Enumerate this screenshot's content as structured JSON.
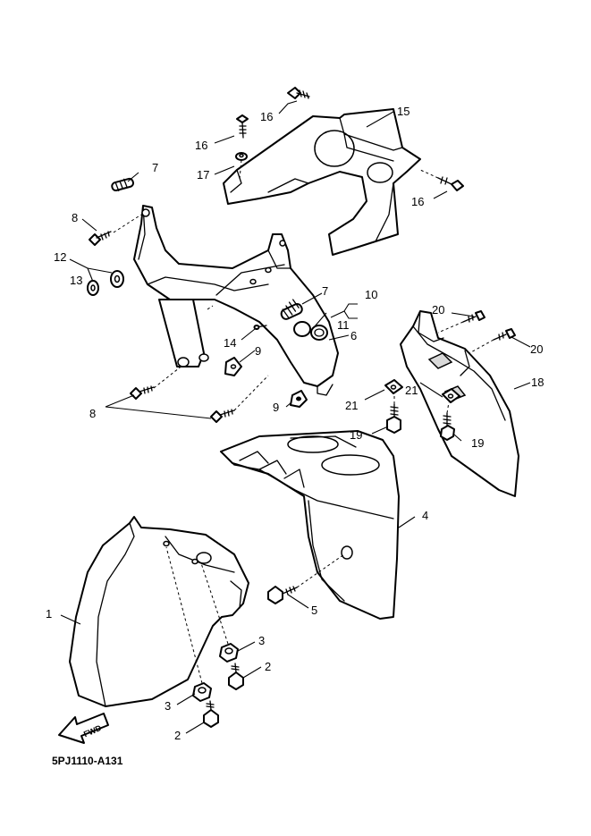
{
  "diagram_code": "5PJ1110-A131",
  "fwd_label": "FWD",
  "callouts": {
    "c1": "1",
    "c2a": "2",
    "c2b": "2",
    "c3a": "3",
    "c3b": "3",
    "c4": "4",
    "c5": "5",
    "c6": "6",
    "c7a": "7",
    "c7b": "7",
    "c8a": "8",
    "c8b": "8",
    "c9a": "9",
    "c9b": "9",
    "c10": "10",
    "c11": "11",
    "c12": "12",
    "c13": "13",
    "c14": "14",
    "c15": "15",
    "c16a": "16",
    "c16b": "16",
    "c16c": "16",
    "c17": "17",
    "c18": "18",
    "c19a": "19",
    "c19b": "19",
    "c20a": "20",
    "c20b": "20",
    "c21a": "21",
    "c21b": "21"
  }
}
